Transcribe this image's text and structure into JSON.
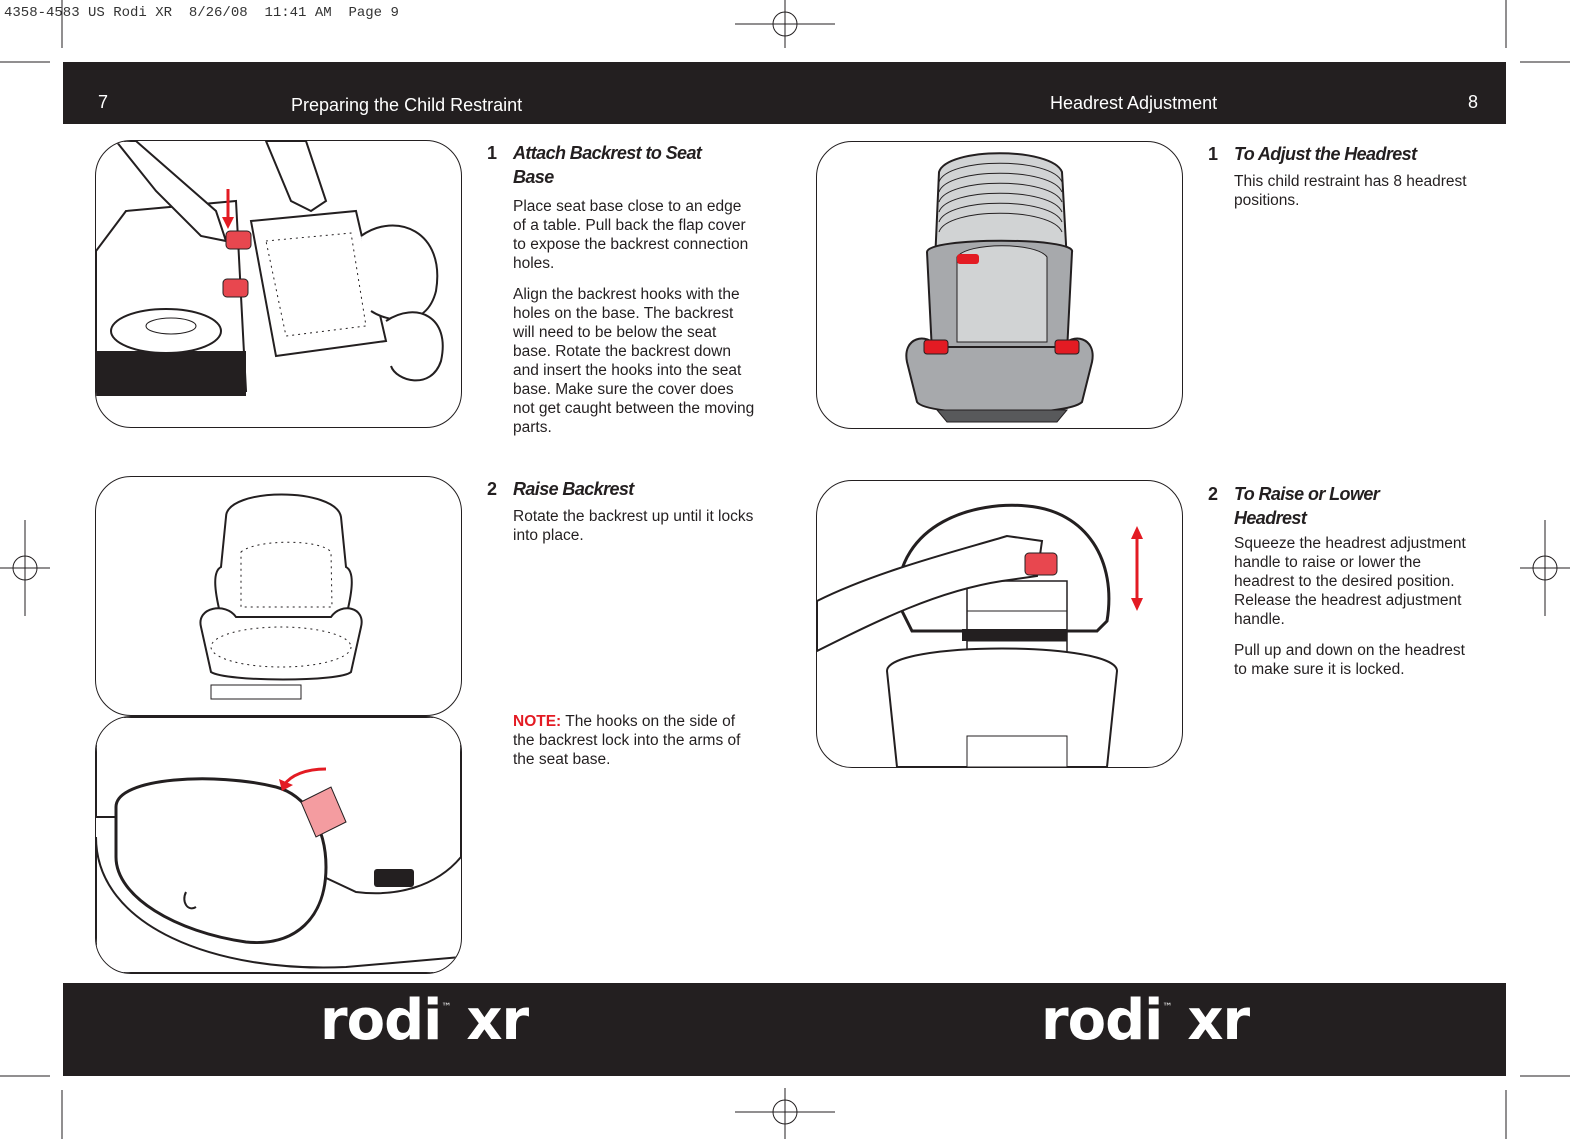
{
  "slug": "4358-4583 US Rodi XR  8/26/08  11:41 AM  Page 9",
  "left_page": {
    "page_number": "7",
    "section_title": "Preparing the Child Restraint",
    "steps": [
      {
        "number": "1",
        "title_line1": "Attach Backrest to Seat",
        "title_line2": "Base",
        "paragraphs": [
          "Place seat base close to an edge of a table.  Pull back the flap cover to expose the backrest connection holes.",
          "Align the backrest hooks with the holes on the base. The backrest will need to be below the seat base. Rotate the backrest down and insert the hooks into the seat base. Make sure the cover does not get caught between the moving parts."
        ]
      },
      {
        "number": "2",
        "title_line1": "Raise Backrest",
        "paragraphs": [
          "Rotate the backrest up until it locks into place."
        ],
        "note_label": "NOTE:",
        "note_text": " The hooks on the side of the backrest lock into the arms of the seat base."
      }
    ],
    "logo": {
      "name": "rodi",
      "tm": "™",
      "suffix": "xr"
    }
  },
  "right_page": {
    "page_number": "8",
    "section_title": "Headrest Adjustment",
    "steps": [
      {
        "number": "1",
        "title_line1": "To Adjust the Headrest",
        "paragraphs": [
          "This child restraint has 8 headrest positions."
        ]
      },
      {
        "number": "2",
        "title_line1": "To Raise or Lower",
        "title_line2": "Headrest",
        "paragraphs": [
          "Squeeze the headrest adjustment handle to raise or lower the headrest to the desired position.  Release the headrest adjustment handle.",
          "Pull up and down on the headrest to make sure it is locked."
        ]
      }
    ],
    "logo": {
      "name": "rodi",
      "tm": "™",
      "suffix": "xr"
    }
  },
  "colors": {
    "bar": "#231f20",
    "accent_red": "#e31b23",
    "seat_gray": "#a7a9ac"
  }
}
